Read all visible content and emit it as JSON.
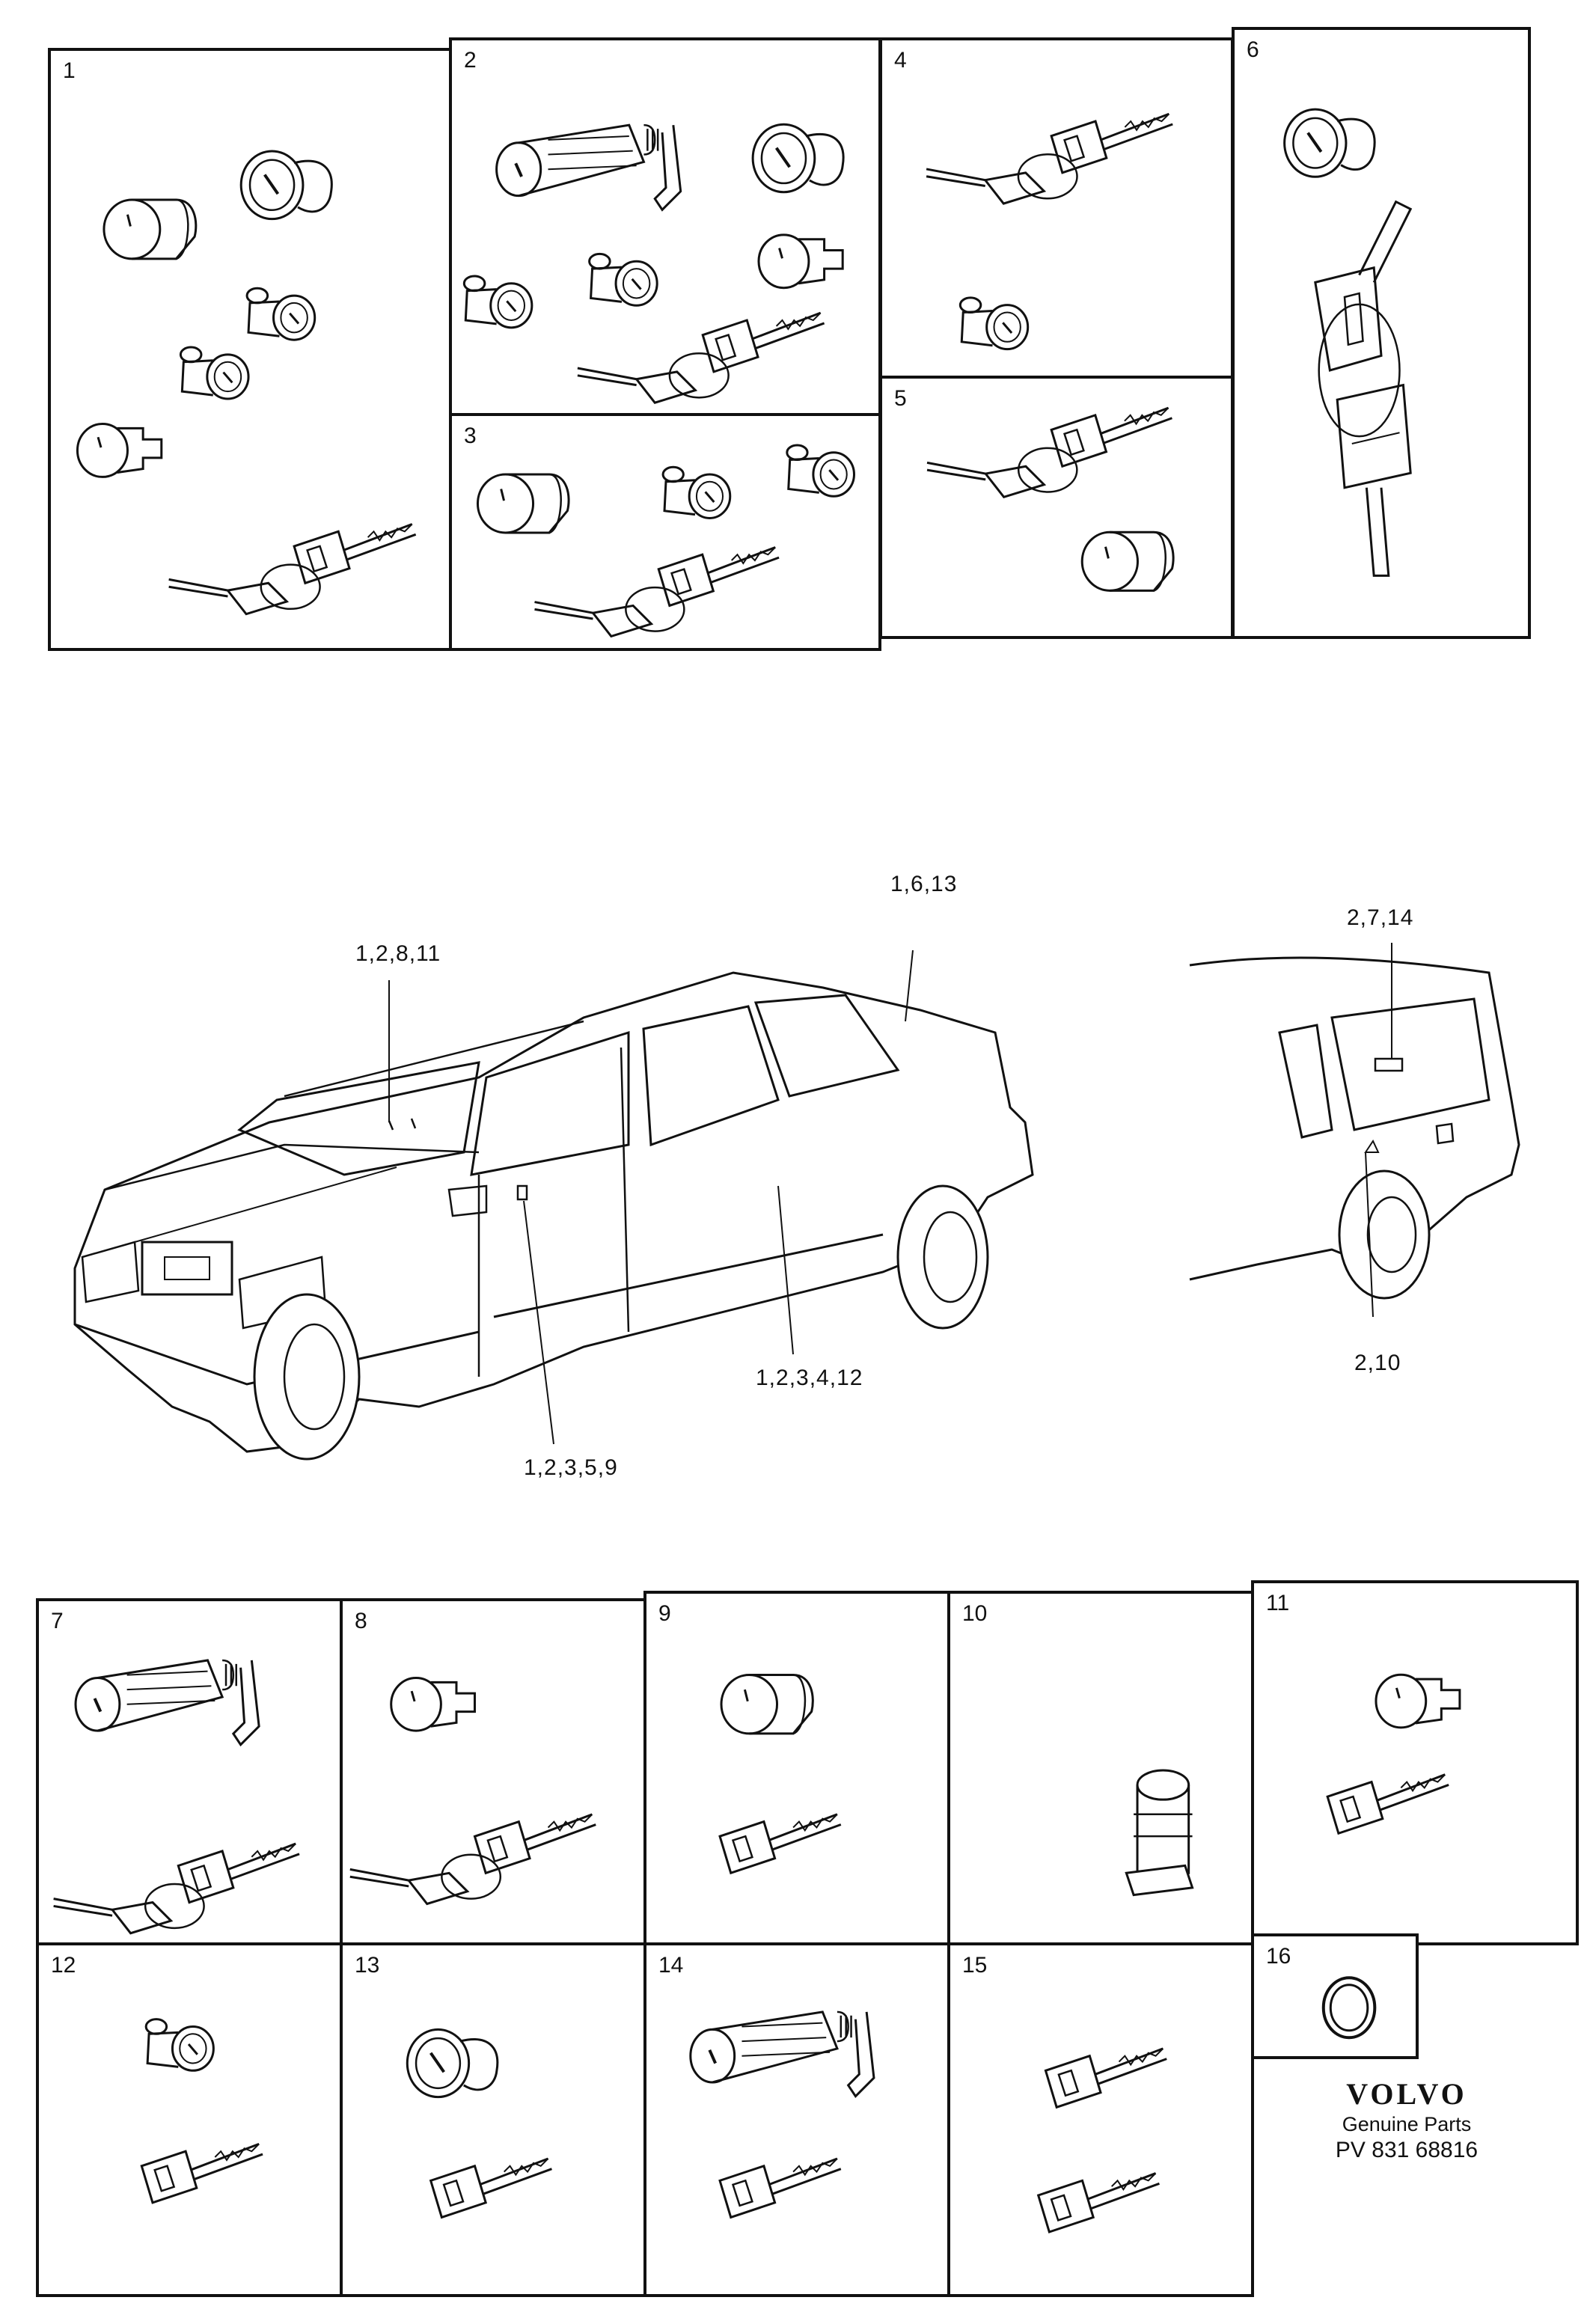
{
  "panels_top": [
    {
      "id": "p1",
      "number": "1"
    },
    {
      "id": "p2",
      "number": "2"
    },
    {
      "id": "p3",
      "number": "3"
    },
    {
      "id": "p4",
      "number": "4"
    },
    {
      "id": "p5",
      "number": "5"
    },
    {
      "id": "p6",
      "number": "6"
    }
  ],
  "panels_bottom": [
    {
      "id": "p7",
      "number": "7"
    },
    {
      "id": "p8",
      "number": "8"
    },
    {
      "id": "p9",
      "number": "9"
    },
    {
      "id": "p10",
      "number": "10"
    },
    {
      "id": "p11",
      "number": "11"
    },
    {
      "id": "p12",
      "number": "12"
    },
    {
      "id": "p13",
      "number": "13"
    },
    {
      "id": "p14",
      "number": "14"
    },
    {
      "id": "p15",
      "number": "15"
    },
    {
      "id": "p16",
      "number": "16"
    }
  ],
  "callouts": {
    "hood_lock": "1,2,8,11",
    "trunk_lock": "1,6,13",
    "front_door_lock": "1,2,3,5,9",
    "rear_door_lock": "1,2,3,4,12",
    "wagon_tailgate": "2,7,14",
    "wagon_fuel": "2,10"
  },
  "brand": {
    "logo": "VOLVO",
    "subtitle": "Genuine Parts",
    "reference": "PV 831 68816"
  }
}
